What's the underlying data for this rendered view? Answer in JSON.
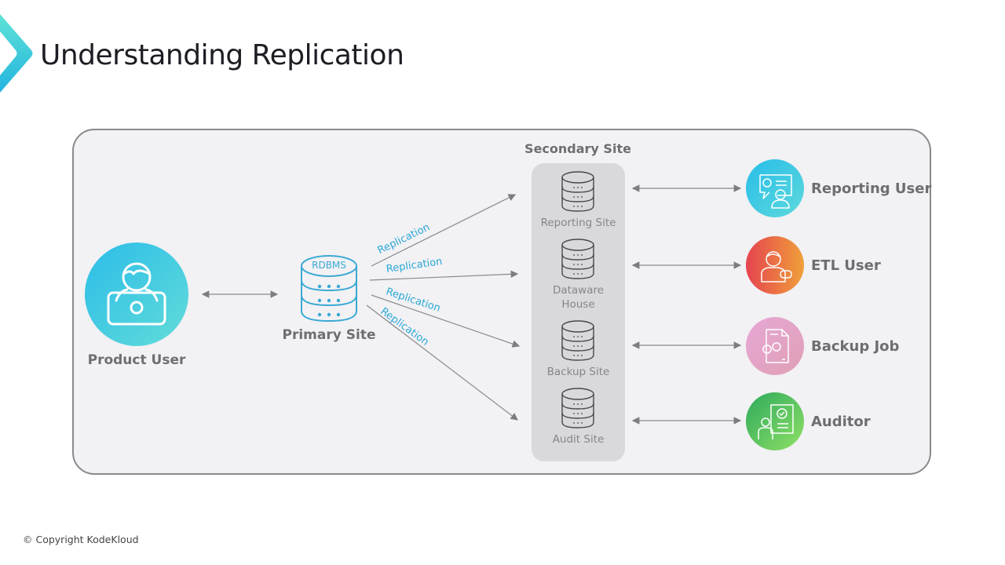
{
  "slide": {
    "title": "Understanding Replication",
    "copyright": "© Copyright KodeKloud"
  },
  "colors": {
    "accent": "#2aa8d8",
    "label_gray": "#6e6d72",
    "panel_bg": "#f2f1f4",
    "secondary_column_bg": "#d9d8db",
    "arrow": "#8a8a8c"
  },
  "product_user": {
    "label": "Product User",
    "icon": "user-laptop-icon",
    "gradient": [
      "#2bbde8",
      "#62dcd9"
    ]
  },
  "primary_site": {
    "label": "Primary Site",
    "db_label": "RDBMS",
    "icon": "database-icon"
  },
  "replication_links": [
    {
      "label": "Replication",
      "target": "Reporting Site"
    },
    {
      "label": "Replication",
      "target": "Dataware House"
    },
    {
      "label": "Replication",
      "target": "Backup Site"
    },
    {
      "label": "Replication",
      "target": "Audit Site"
    }
  ],
  "secondary_site": {
    "title": "Secondary Site",
    "sites": [
      {
        "label": "Reporting Site",
        "icon": "database-icon"
      },
      {
        "label": "Dataware House",
        "icon": "database-icon"
      },
      {
        "label": "Backup Site",
        "icon": "database-icon"
      },
      {
        "label": "Audit Site",
        "icon": "database-icon"
      }
    ]
  },
  "consumers": [
    {
      "label": "Reporting User",
      "icon": "presenter-chat-icon",
      "gradient": [
        "#27bde9",
        "#5ed9db"
      ]
    },
    {
      "label": "ETL User",
      "icon": "user-message-icon",
      "gradient": [
        "#e5434f",
        "#f0a03a"
      ]
    },
    {
      "label": "Backup Job",
      "icon": "document-gears-icon",
      "gradient": [
        "#e7a8d6",
        "#df9fb5"
      ]
    },
    {
      "label": "Auditor",
      "icon": "auditor-checklist-icon",
      "gradient": [
        "#2daa5c",
        "#8fe065"
      ]
    }
  ]
}
